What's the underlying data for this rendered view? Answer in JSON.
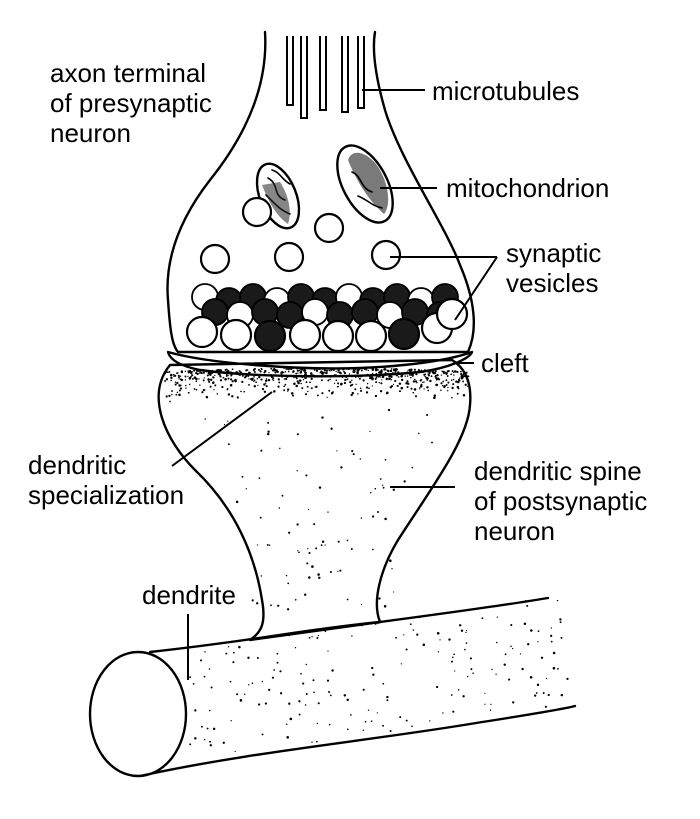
{
  "labels": {
    "axon_terminal": [
      "axon terminal",
      "of presynaptic",
      "neuron"
    ],
    "microtubules": "microtubules",
    "mitochondrion": "mitochondrion",
    "synaptic_vesicles": [
      "synaptic",
      "vesicles"
    ],
    "cleft": "cleft",
    "dendritic_specialization": [
      "dendritic",
      "specialization"
    ],
    "dendritic_spine": [
      "dendritic spine",
      "of postsynaptic",
      "neuron"
    ],
    "dendrite": "dendrite"
  },
  "colors": {
    "ink": "#000000",
    "background": "#ffffff",
    "vesicle_fill": "#ffffff",
    "vesicle_dark": "#1a1a1a"
  }
}
